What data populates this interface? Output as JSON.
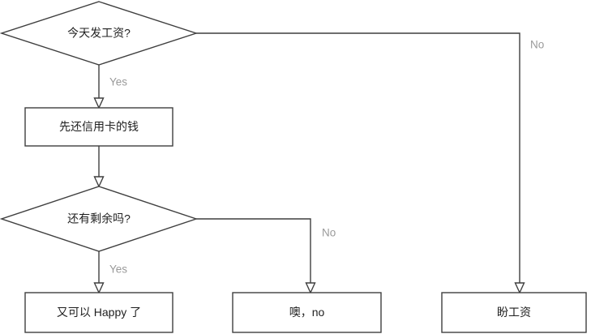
{
  "diagram": {
    "type": "flowchart",
    "orientation": "top-down",
    "background_color": "#ffffff",
    "stroke_color": "#3f3f3f",
    "node_text_color": "#1f1f1f",
    "edge_label_color": "#9a9a9a"
  },
  "nodes": {
    "decision_payday": {
      "shape": "diamond",
      "label": "今天发工资?"
    },
    "process_repay_card": {
      "shape": "rectangle",
      "label": "先还信用卡的钱"
    },
    "decision_remaining": {
      "shape": "diamond",
      "label": "还有剩余吗?"
    },
    "terminal_happy": {
      "shape": "rectangle",
      "label": "又可以 Happy 了"
    },
    "terminal_oh_no": {
      "shape": "rectangle",
      "label": "噢，no"
    },
    "terminal_wait_salary": {
      "shape": "rectangle",
      "label": "盼工资"
    }
  },
  "edge_labels": {
    "payday_yes": "Yes",
    "payday_no": "No",
    "remaining_yes": "Yes",
    "remaining_no": "No"
  }
}
